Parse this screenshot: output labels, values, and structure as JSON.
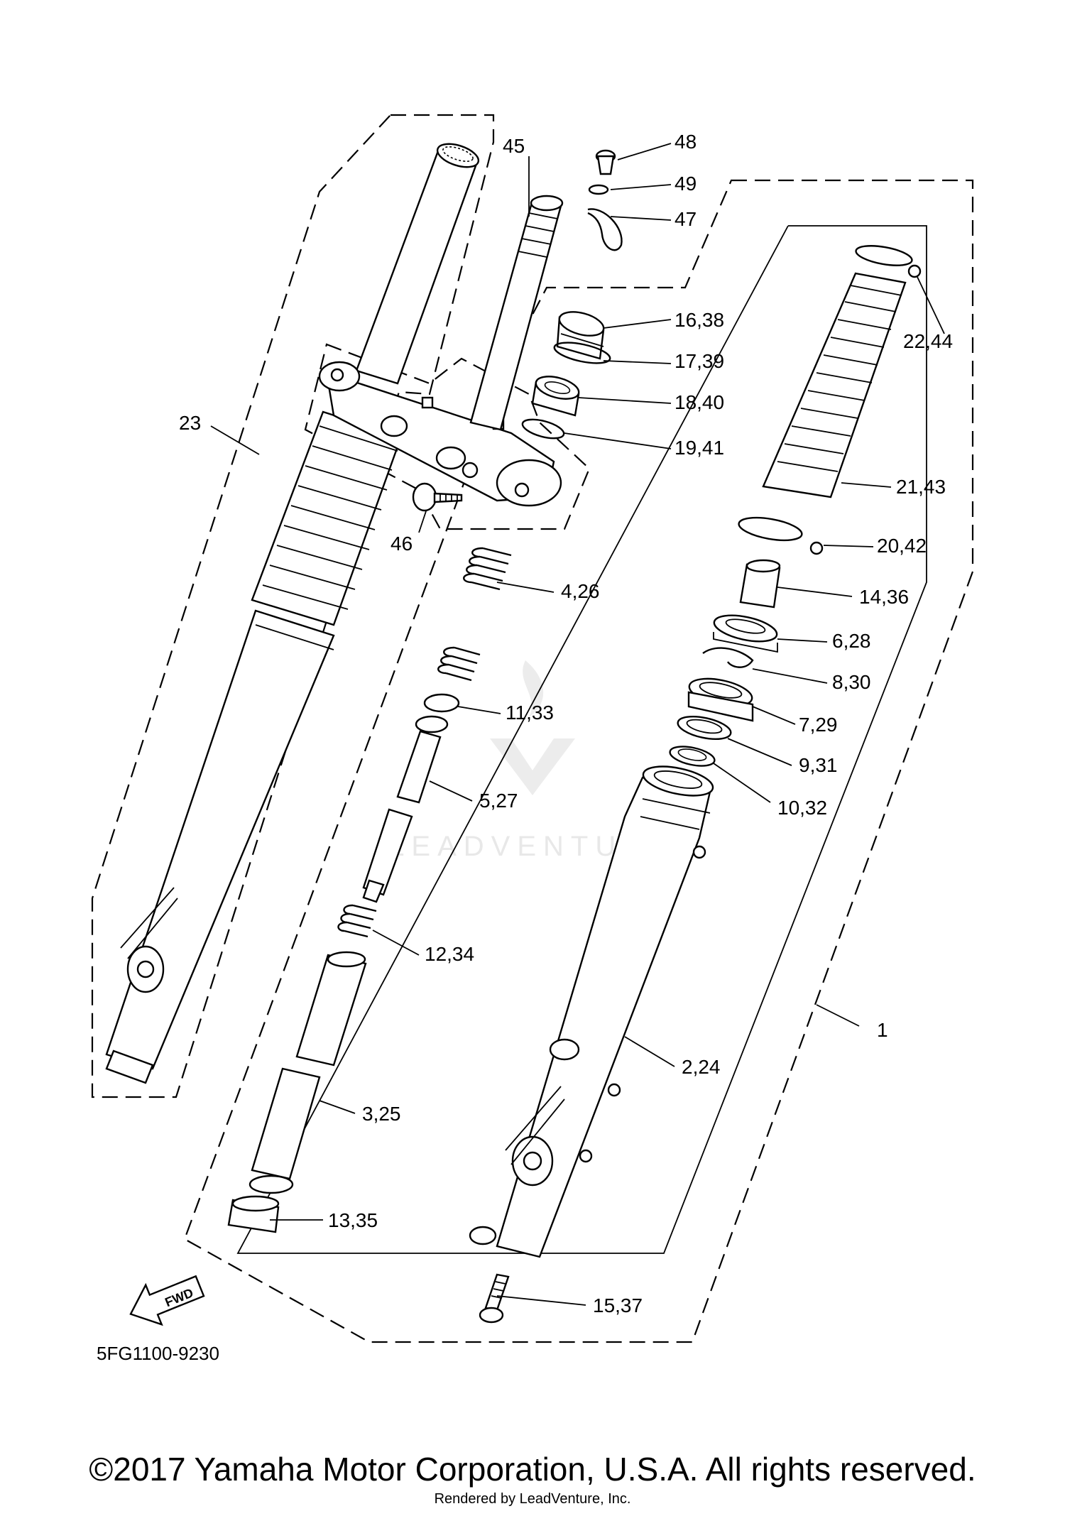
{
  "diagram": {
    "callouts": [
      {
        "id": "c48",
        "text": "48"
      },
      {
        "id": "c45",
        "text": "45"
      },
      {
        "id": "c49",
        "text": "49"
      },
      {
        "id": "c47",
        "text": "47"
      },
      {
        "id": "c16_38",
        "text": "16,38"
      },
      {
        "id": "c17_39",
        "text": "17,39"
      },
      {
        "id": "c18_40",
        "text": "18,40"
      },
      {
        "id": "c19_41",
        "text": "19,41"
      },
      {
        "id": "c22_44",
        "text": "22,44"
      },
      {
        "id": "c23",
        "text": "23"
      },
      {
        "id": "c21_43",
        "text": "21,43"
      },
      {
        "id": "c46",
        "text": "46"
      },
      {
        "id": "c20_42",
        "text": "20,42"
      },
      {
        "id": "c4_26",
        "text": "4,26"
      },
      {
        "id": "c14_36",
        "text": "14,36"
      },
      {
        "id": "c6_28",
        "text": "6,28"
      },
      {
        "id": "c8_30",
        "text": "8,30"
      },
      {
        "id": "c11_33",
        "text": "11,33"
      },
      {
        "id": "c7_29",
        "text": "7,29"
      },
      {
        "id": "c9_31",
        "text": "9,31"
      },
      {
        "id": "c5_27",
        "text": "5,27"
      },
      {
        "id": "c10_32",
        "text": "10,32"
      },
      {
        "id": "c12_34",
        "text": "12,34"
      },
      {
        "id": "c1",
        "text": "1"
      },
      {
        "id": "c2_24",
        "text": "2,24"
      },
      {
        "id": "c3_25",
        "text": "3,25"
      },
      {
        "id": "c13_35",
        "text": "13,35"
      },
      {
        "id": "c15_37",
        "text": "15,37"
      }
    ],
    "fwd_label": "FWD",
    "drawing_code": "5FG1100-9230",
    "watermark": "LEADVENTURE"
  },
  "footer": {
    "copyright": "©2017 Yamaha Motor Corporation, U.S.A. All rights reserved.",
    "rendered_by": "Rendered by LeadVenture, Inc."
  }
}
